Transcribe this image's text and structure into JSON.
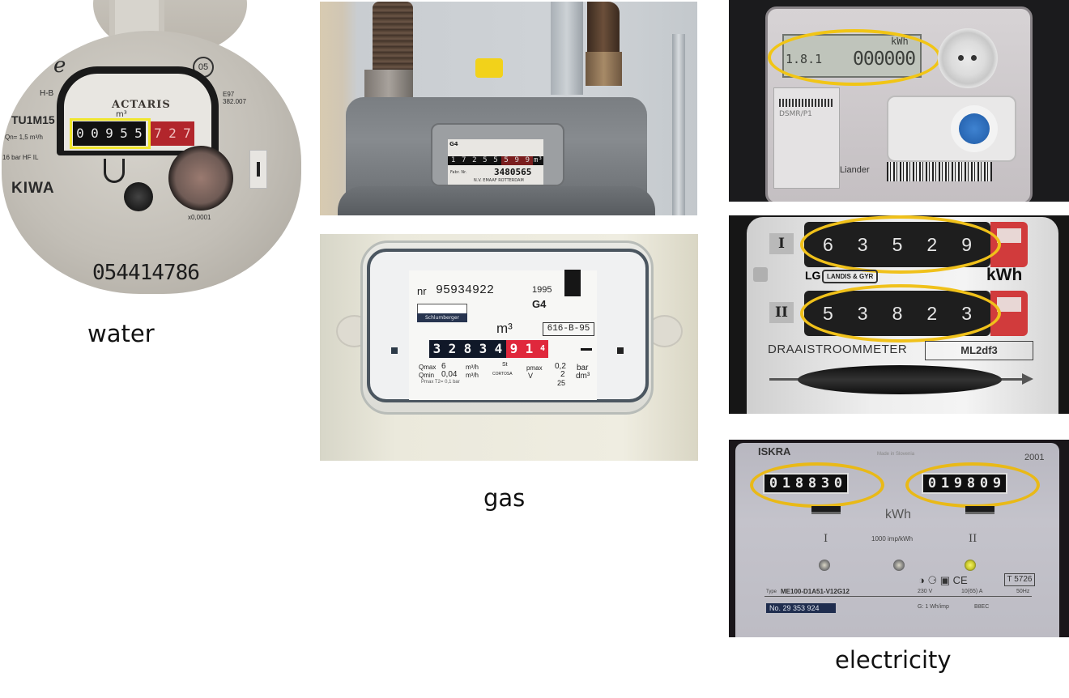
{
  "captions": {
    "water": "water",
    "gas": "gas",
    "electricity": "electricity"
  },
  "highlight_colors": {
    "water_box": "#f0e62c",
    "electricity_oval": "#f1c515"
  },
  "water_meter": {
    "brand": "ACTARIS",
    "unit": "m³",
    "model": "TU1M15",
    "flow": "Qn= 1,5 m³/h",
    "pressure": "16 bar HF IL",
    "approval": "KIWA",
    "class": "H-B",
    "cert_code": "05",
    "ec_mark": "E97 382.007",
    "resolution": "x0,0001",
    "serial": "054414786",
    "reading_black": [
      "0",
      "0",
      "9",
      "5",
      "5"
    ],
    "reading_red": [
      "7",
      "2",
      "7"
    ],
    "highlighted_reading": "00955"
  },
  "gas_meter_1": {
    "type": "G4",
    "reading_black": [
      "1",
      "7",
      "2",
      "5",
      "5"
    ],
    "reading_red": [
      "5",
      "9",
      "9"
    ],
    "unit": "m³",
    "serial_label": "Fabr. Nr.",
    "serial": "3480565",
    "manufacturer": "N.V. EMAAF ROTTERDAM"
  },
  "gas_meter_2": {
    "nr_label": "nr",
    "nr": "95934922",
    "year": "1995",
    "type": "G4",
    "brand": "Schlumberger",
    "unit": "m³",
    "stamp": "616-B-95",
    "reading_black": [
      "3",
      "2",
      "8",
      "3",
      "4"
    ],
    "reading_red": [
      "9",
      "1",
      "4"
    ],
    "qmax_label": "Qmax",
    "qmax": "6",
    "qmin_label": "Qmin",
    "qmin": "0,04",
    "flow_unit": "m³/h",
    "pmax_label": "pmax",
    "pmax": "0,2",
    "pressure_unit": "bar",
    "v_label": "V",
    "v": "2",
    "v_unit": "dm³",
    "v2": "25",
    "st": "St",
    "model": "CORTOSA",
    "footnote": "Pmax T2= 0,1 bar"
  },
  "electricity_meter_1": {
    "lcd_register": "1.8.1",
    "lcd_unit": "kWh",
    "lcd_value": "000000",
    "brand": "Liander",
    "label_code": "DSMR/P1"
  },
  "electricity_meter_2": {
    "register_1_label": "I",
    "register_1": [
      "6",
      "3",
      "5",
      "2",
      "9"
    ],
    "register_2_label": "II",
    "register_2": [
      "5",
      "3",
      "8",
      "2",
      "3"
    ],
    "unit": "kWh",
    "manufacturer_logo": "LG",
    "manufacturer": "LANDIS & GYR",
    "title": "DRAAISTROOMMETER",
    "model": "ML2df3"
  },
  "electricity_meter_3": {
    "brand": "ISKRA",
    "made_in": "Made in Slovenia",
    "year": "2001",
    "register_1": [
      "0",
      "1",
      "8",
      "8",
      "3",
      "0"
    ],
    "register_2": [
      "0",
      "1",
      "9",
      "8",
      "0",
      "9"
    ],
    "unit": "kWh",
    "tariff_1": "I",
    "tariff_2": "II",
    "impulse_rate": "1000 imp/kWh",
    "type_label": "Type",
    "type": "ME100-D1A51-V12G12",
    "number": "No. 29 353 924",
    "voltage": "230 V",
    "current": "10(65) A",
    "frequency": "50Hz",
    "constant": "G: 1 Wh/imp",
    "code": "B8EC",
    "approval": "T 5726"
  }
}
